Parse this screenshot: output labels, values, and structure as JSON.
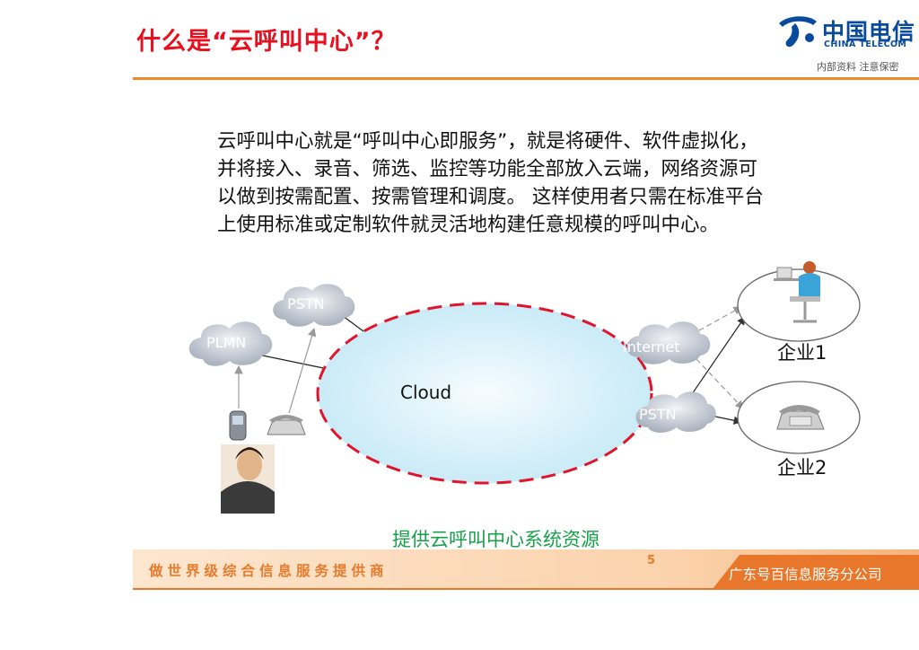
{
  "header": {
    "title": "什么是“云呼叫中心”？",
    "logo_cn": "中国电信",
    "logo_en": "CHINA TELECOM",
    "confidential": "内部资料 注意保密"
  },
  "body": {
    "lines": [
      "云呼叫中心就是“呼叫中心即服务”，就是将硬件、软件虚拟化，",
      "并将接入、录音、筛选、监控等功能全部放入云端，网络资源可",
      "以做到按需配置、按需管理和调度。 这样使用者只需在标准平台",
      "上使用标准或定制软件就灵活地构建任意规模的呼叫中心。"
    ]
  },
  "diagram": {
    "center_label": "Cloud",
    "clouds": [
      "PSTN",
      "PLMN",
      "Internet",
      "PSTN"
    ],
    "enterprises": [
      "企业1",
      "企业2"
    ],
    "caption": "提供云呼叫中心系统资源"
  },
  "footer": {
    "slogan": "做世界级综合信息服务提供商",
    "page_number": "5",
    "company": "广东号百信息服务分公司"
  },
  "colors": {
    "title_red": "#e8101f",
    "brand_blue": "#0a4a9c",
    "accent_orange": "#f08a2a",
    "caption_green": "#17a14a",
    "cloud_dash_red": "#e0142a"
  }
}
